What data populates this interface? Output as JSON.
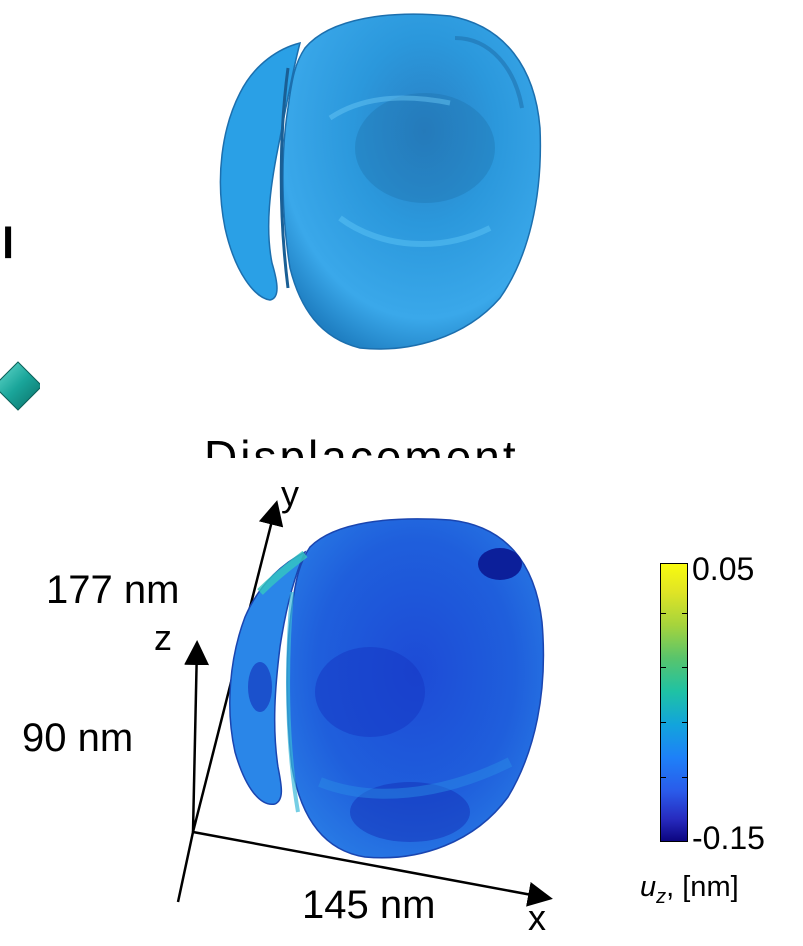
{
  "panel": {
    "crop_letter": "l",
    "cut_heading": "Displacement"
  },
  "dimensions": {
    "y_size": "177 nm",
    "z_size": "90 nm",
    "x_size": "145 nm"
  },
  "axes": {
    "x_label": "x",
    "y_label": "y",
    "z_label": "z"
  },
  "colorbar": {
    "max_label": "0.05",
    "min_label": "-0.15",
    "unit_symbol": "u",
    "unit_subscript": "z",
    "unit_rest": ", [nm]",
    "colormap": "parula",
    "top_color": "#f9fb0e",
    "bottom_color": "#0c0580"
  },
  "colors": {
    "top_shape": "#2a9be0",
    "bottom_shape": "#1f5fd8",
    "arrow": "#1aa59a"
  }
}
